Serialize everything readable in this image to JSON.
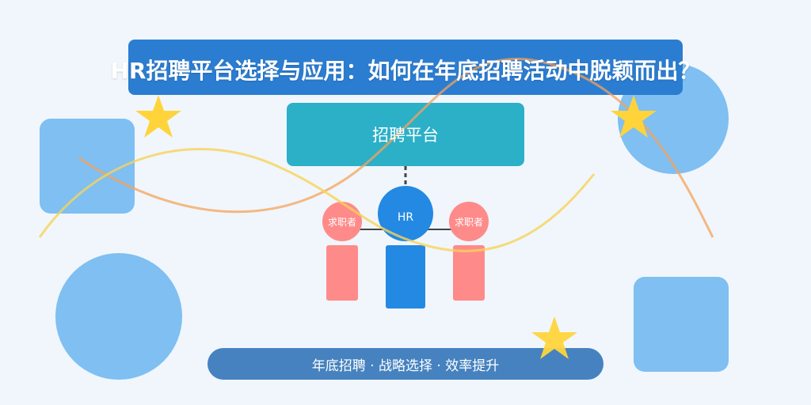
{
  "title": "HR招聘平台选择与应用：如何在年底招聘活动中脱颖而出？",
  "diagram": {
    "platform_label": "招聘平台",
    "hr_label": "HR",
    "seeker_left_label": "求职者",
    "seeker_right_label": "求职者"
  },
  "footer": "年底招聘 · 战略选择 · 效率提升",
  "colors": {
    "background": "#f0f6fb",
    "title_bar": "#2b7dd1",
    "platform_box": "#2bb0c8",
    "hr": "#2389e3",
    "seeker": "#ff8a8a",
    "decor_blue": "#7fbff2",
    "star": "#ffd43b",
    "footer_bar": "#4682bf"
  }
}
